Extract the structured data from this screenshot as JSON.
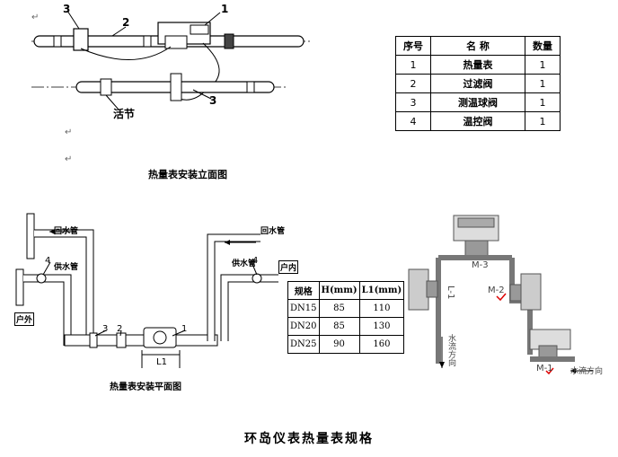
{
  "elevation": {
    "title": "热量表安装立面图",
    "callouts": [
      "1",
      "2",
      "3",
      "3"
    ],
    "union_label": "活节"
  },
  "parts_table": {
    "headers": [
      "序号",
      "名 称",
      "数量"
    ],
    "rows": [
      {
        "no": "1",
        "name": "热量表",
        "qty": "1"
      },
      {
        "no": "2",
        "name": "过滤阀",
        "qty": "1"
      },
      {
        "no": "3",
        "name": "测温球阀",
        "qty": "1"
      },
      {
        "no": "4",
        "name": "温控阀",
        "qty": "1"
      }
    ]
  },
  "plan": {
    "title": "热量表安装平面图",
    "return_pipe_left": "回水管",
    "return_pipe_right": "回水管",
    "supply_pipe_left": "供水管",
    "supply_pipe_right": "供水管",
    "outdoor": "户外",
    "indoor": "户内",
    "callout_4_left": "4",
    "callout_4_right": "4",
    "callout_3": "3",
    "callout_2": "2",
    "callout_1": "1",
    "dim_label": "L1"
  },
  "spec_table": {
    "headers": [
      "规格",
      "H(mm)",
      "L1(mm)"
    ],
    "rows": [
      {
        "size": "DN15",
        "h": "85",
        "l1": "110"
      },
      {
        "size": "DN20",
        "h": "85",
        "l1": "130"
      },
      {
        "size": "DN25",
        "h": "90",
        "l1": "160"
      }
    ]
  },
  "iso": {
    "m3": "M-3",
    "m2": "M-2",
    "m1": "M-1",
    "l1": "L-1",
    "flow_vertical": "水流方向",
    "flow_horizontal": "水流方向"
  },
  "caption": "环岛仪表热量表规格"
}
